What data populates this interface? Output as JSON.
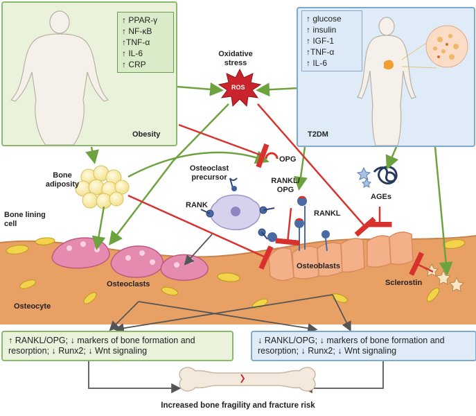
{
  "obesity": {
    "label": "Obesity",
    "markers": [
      "↑ PPAR-γ",
      "↑ NF-κB",
      "↑TNF-α",
      "↑ IL-6",
      "↑ CRP"
    ]
  },
  "t2dm": {
    "label": "T2DM",
    "markers": [
      "↑ glucose",
      "↑ insulin",
      "↑ IGF-1",
      "↑TNF-α",
      "↑ IL-6"
    ]
  },
  "center": {
    "oxidative_stress": "Oxidative stress",
    "ros": "ROS",
    "opg": "OPG",
    "rankl_opg": "RANKL/ OPG",
    "rankl": "RANKL",
    "rank": "RANK",
    "osteoclast_precursor": "Osteoclast precursor",
    "ages": "AGEs",
    "bone_adiposity": "Bone adiposity",
    "bone_lining_cell": "Bone lining cell",
    "osteoclasts": "Osteoclasts",
    "osteoblasts": "Osteoblasts",
    "sclerostin": "Sclerostin",
    "osteocyte": "Osteocyte"
  },
  "summary": {
    "left": "↑ RANKL/OPG; ↓ markers of bone formation and resorption; ↓ Runx2; ↓ Wnt signaling",
    "right": "↓ RANKL/OPG; ↓ markers of bone formation and resorption; ↓ Runx2; ↓ Wnt signaling"
  },
  "outcome": "Increased bone fragility and fracture risk",
  "colors": {
    "green_arrow": "#6da33f",
    "red_inhibit": "#d9322e",
    "grey_arrow": "#555555",
    "bone_tissue": "#e8a065",
    "osteoclast": "#e58bb0",
    "osteoblast": "#f4b089"
  }
}
